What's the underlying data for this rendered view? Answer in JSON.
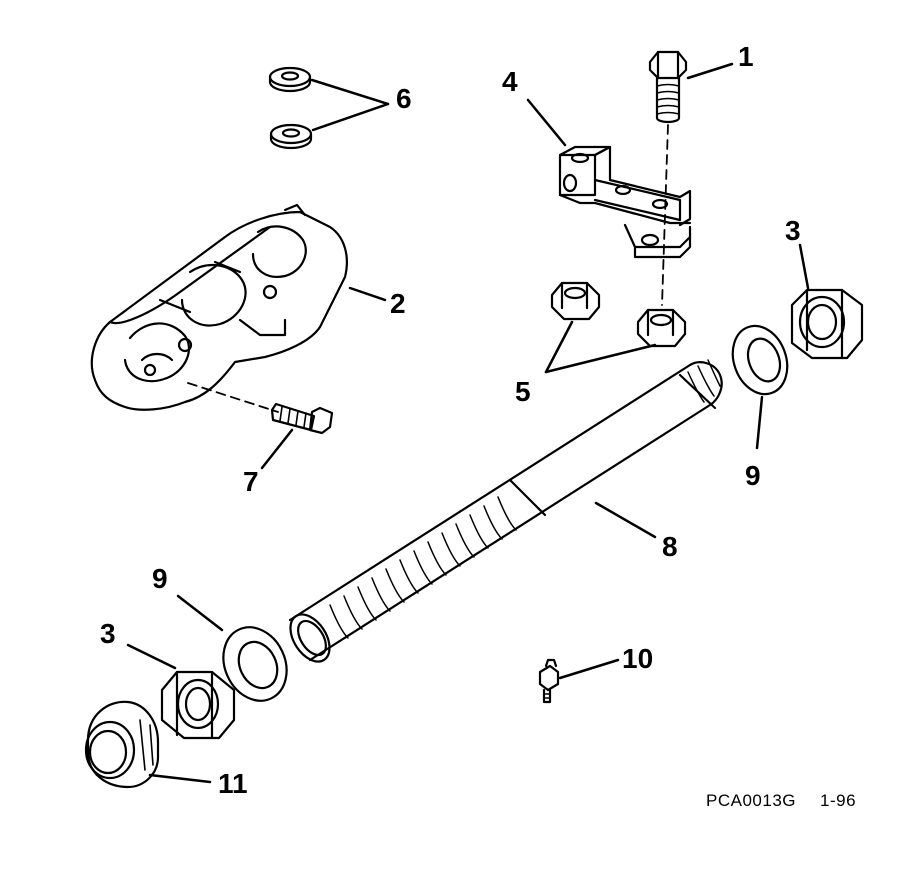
{
  "callouts": {
    "c1": "1",
    "c2": "2",
    "c3_right": "3",
    "c3_left": "3",
    "c4": "4",
    "c5": "5",
    "c6": "6",
    "c7": "7",
    "c8": "8",
    "c9_right": "9",
    "c9_left": "9",
    "c10": "10",
    "c11": "11"
  },
  "footer": {
    "document_id": "PCA0013G",
    "date_code": "1-96"
  },
  "style": {
    "ink": "#000000",
    "paper": "#ffffff"
  }
}
